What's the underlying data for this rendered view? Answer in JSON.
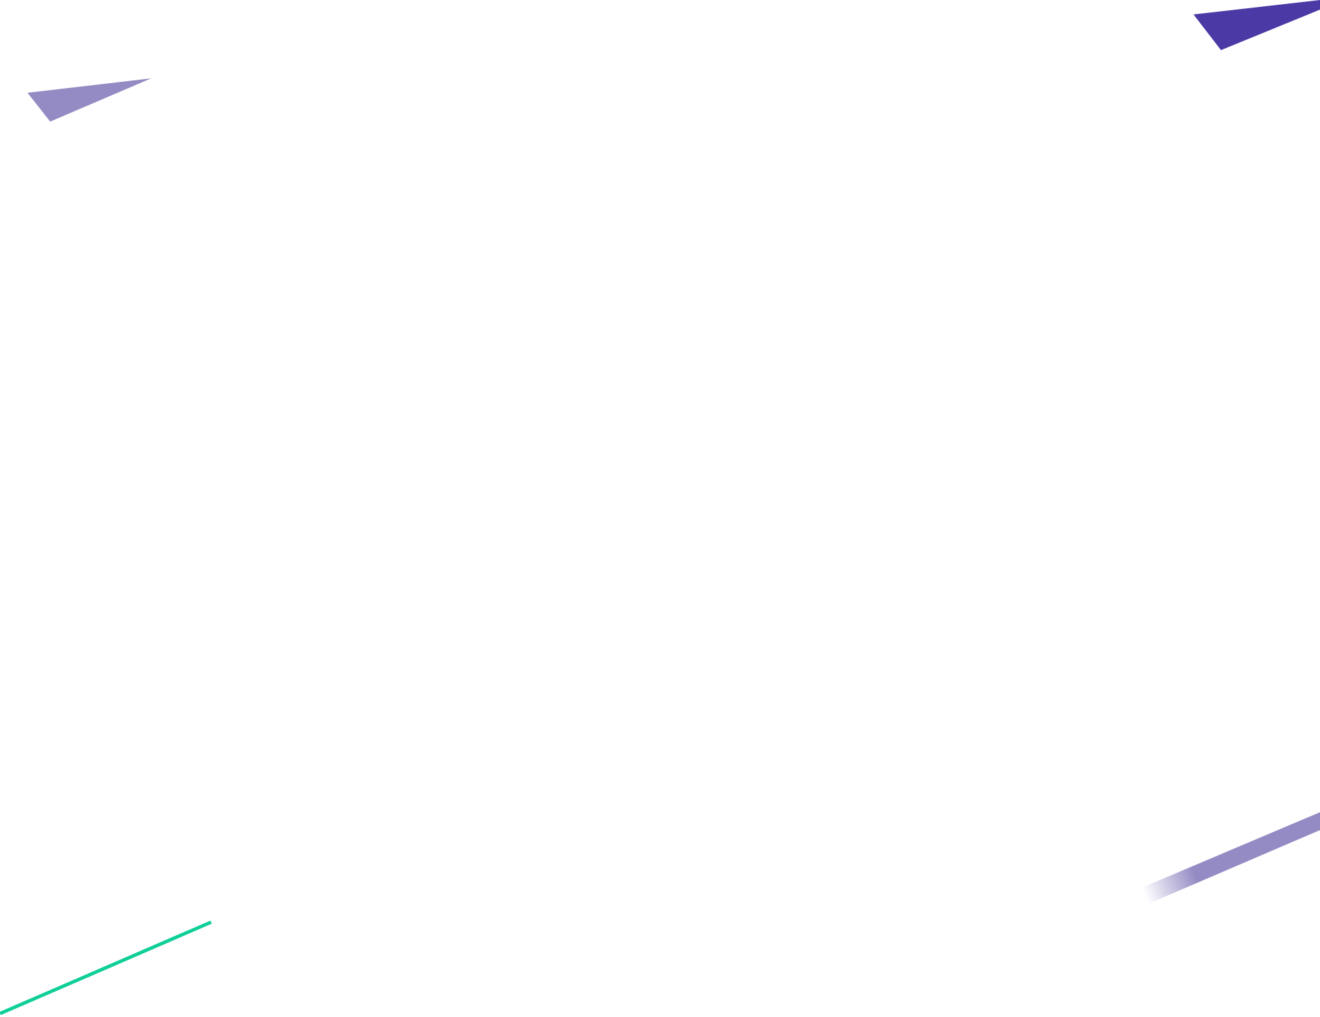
{
  "background": {
    "color": "#ffffff"
  },
  "decorations": {
    "accent_dark_purple": "#4b3aa5",
    "accent_light_purple": "#958bc4",
    "accent_green": "#0fcf98",
    "shapes": [
      {
        "name": "shard-top-left",
        "color": "#958bc4"
      },
      {
        "name": "shard-top-right",
        "color": "#4b3aa5"
      },
      {
        "name": "stripe-bottom-right",
        "color": "#958bc4"
      },
      {
        "name": "line-bottom-left",
        "color": "#0fcf98"
      }
    ]
  }
}
